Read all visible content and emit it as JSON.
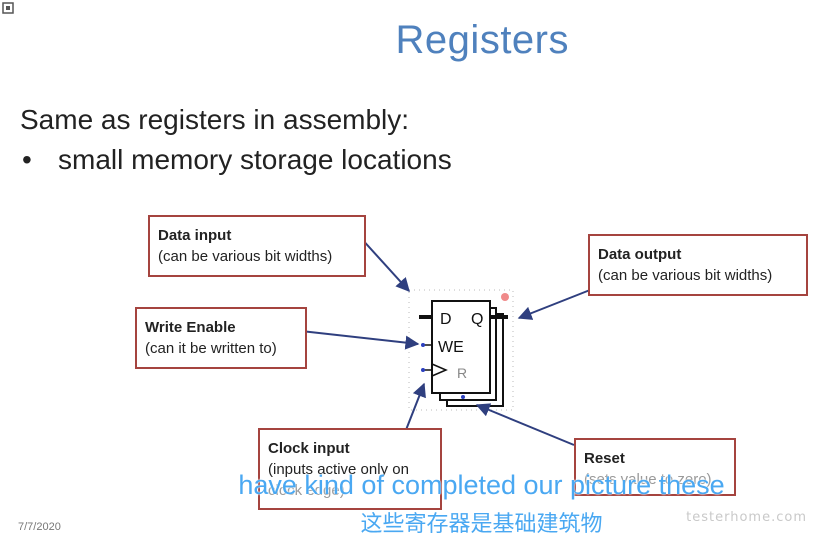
{
  "slide": {
    "title": "Registers",
    "intro": "Same as registers in assembly:",
    "bullet": "small memory storage locations",
    "date": "7/7/2020"
  },
  "register": {
    "port_d": "D",
    "port_q": "Q",
    "port_we": "WE",
    "port_r": "R"
  },
  "callouts": {
    "data_input": {
      "title": "Data input",
      "desc": "(can be various bit widths)"
    },
    "data_output": {
      "title": "Data output",
      "desc": "(can be various bit widths)"
    },
    "write_enable": {
      "title": "Write Enable",
      "desc": "(can it be written to)"
    },
    "clock_input": {
      "title": "Clock input",
      "desc": "(inputs active only on",
      "desc_partial": "clock edge)"
    },
    "reset": {
      "title": "Reset",
      "desc_partial": "(sets value to zero)"
    }
  },
  "subtitles": {
    "english": "have kind of completed our picture these",
    "chinese": "这些寄存器是基础建筑物"
  },
  "watermark": "testerhome.com",
  "colors": {
    "title": "#4f81bd",
    "callout_border": "#a5443f",
    "arrow": "#2f3f7f",
    "subtitle": "#4aa8f2"
  }
}
